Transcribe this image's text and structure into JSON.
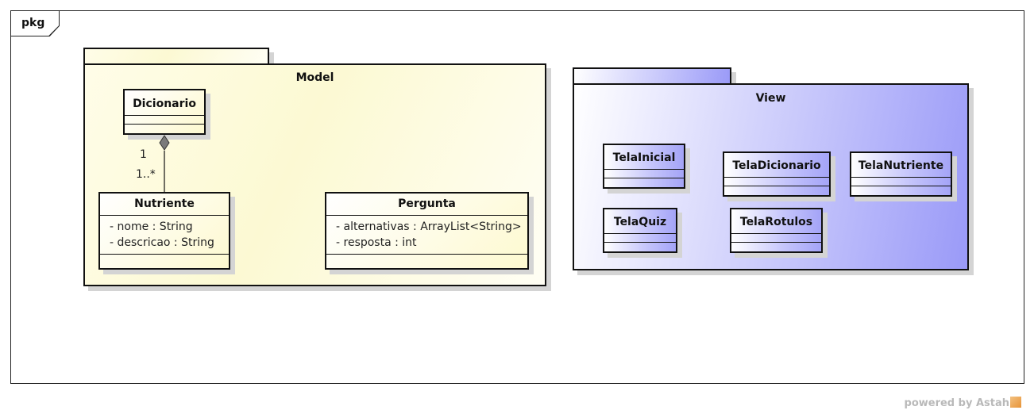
{
  "frame": {
    "label": "pkg"
  },
  "packages": {
    "model": {
      "name": "Model"
    },
    "view": {
      "name": "View"
    }
  },
  "classes": {
    "dicionario": {
      "name": "Dicionario"
    },
    "nutriente": {
      "name": "Nutriente",
      "attributes": [
        "- nome : String",
        "- descricao : String"
      ]
    },
    "pergunta": {
      "name": "Pergunta",
      "attributes": [
        "- alternativas : ArrayList<String>",
        "- resposta : int"
      ]
    },
    "tela_inicial": {
      "name": "TelaInicial"
    },
    "tela_dicionario": {
      "name": "TelaDicionario"
    },
    "tela_nutriente": {
      "name": "TelaNutriente"
    },
    "tela_quiz": {
      "name": "TelaQuiz"
    },
    "tela_rotulos": {
      "name": "TelaRotulos"
    }
  },
  "association": {
    "whole_multiplicity": "1",
    "part_multiplicity": "1..*"
  },
  "footer": {
    "powered_by": "powered by Astah"
  }
}
